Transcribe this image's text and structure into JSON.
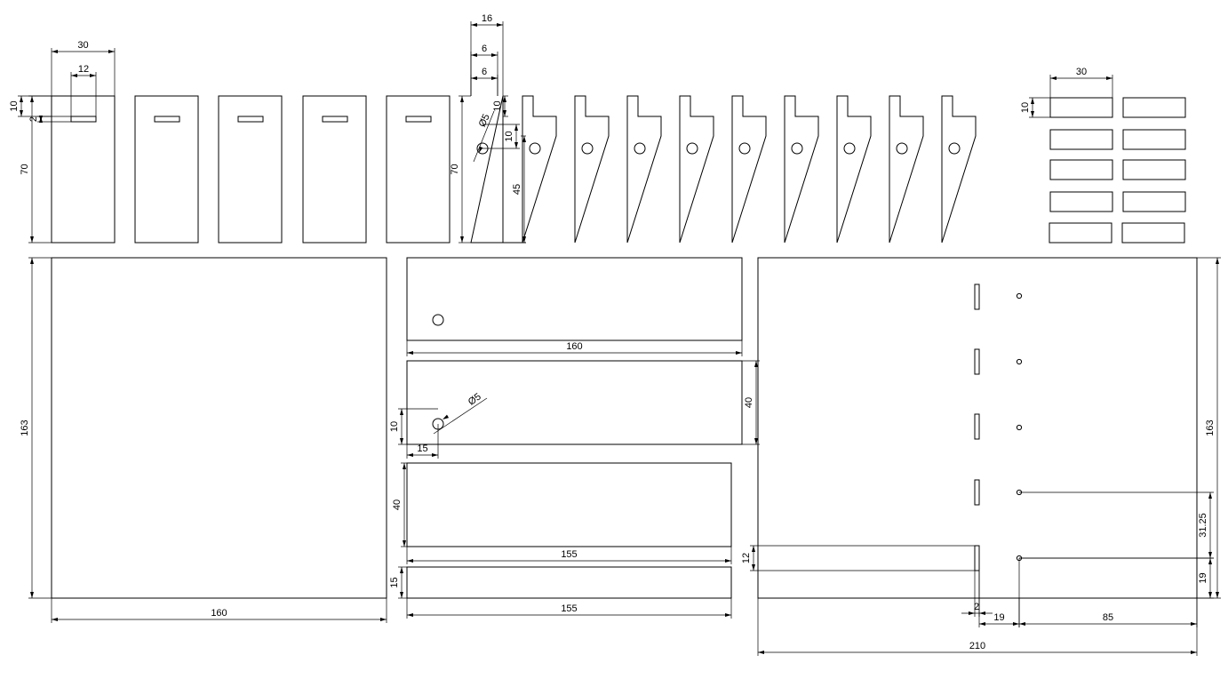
{
  "drawing": {
    "stroke_color": "#000000",
    "background": "#ffffff",
    "dimension_labels": {
      "tab_width": "30",
      "slot_length": "12",
      "slot_offset": "10",
      "slot_height": "2",
      "tab_height": "70",
      "bracket_width": "16",
      "bracket_step_a": "6",
      "bracket_step_b": "6",
      "bracket_notch": "10",
      "bracket_hole_dia": "Ø5",
      "bracket_hole_y": "10",
      "bracket_height": "70",
      "bracket_slope": "45",
      "spacer_width": "30",
      "spacer_height": "10",
      "back_height": "163",
      "back_width": "160",
      "top_strip_width": "160",
      "mid_strip_height": "40",
      "mid_hole_dia": "Ø5",
      "mid_hole_y": "10",
      "mid_hole_x": "15",
      "low_strip_height": "40",
      "low_strip_width": "155",
      "bottom_strip_height": "15",
      "bottom_strip_width": "155",
      "side_height": "163",
      "side_spacing": "31.25",
      "side_bottom": "19",
      "side_slot_height": "12",
      "side_slot_width": "2",
      "side_slot_to_hole": "19",
      "side_hole_to_edge": "85",
      "side_width": "210"
    }
  }
}
